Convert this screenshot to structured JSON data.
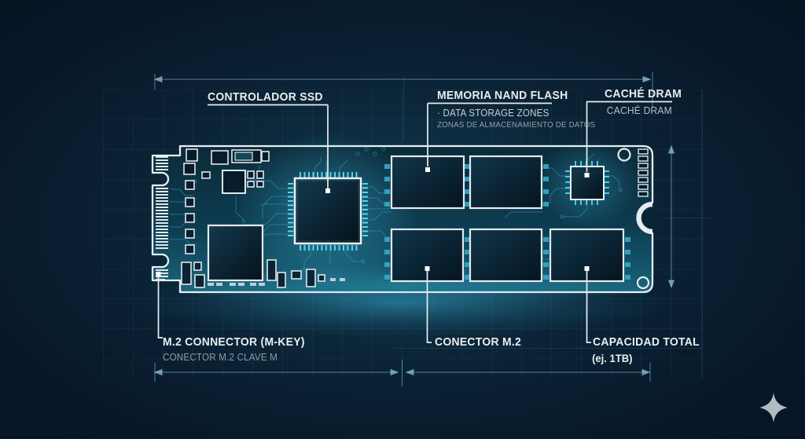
{
  "labels": {
    "controller": {
      "title": "CONTROLADOR SSD"
    },
    "nand": {
      "title": "MEMORIA NAND FLASH",
      "subtitle_en": "· DATA STORAGE ZONES",
      "subtitle_es": "ZONAS DE ALMACENAMIENTO DE DATOS"
    },
    "dram": {
      "title": "CACHÉ DRAM",
      "subtitle": "CACHÉ DRAM"
    },
    "m2_key": {
      "title": "M.2 CONNECTOR (M-KEY)",
      "subtitle": "CONECTOR M.2 CLAVE M"
    },
    "m2_conn": {
      "title": "CONECTOR M.2"
    },
    "capacity": {
      "title": "CAPACIDAD TOTAL",
      "subtitle": "(ej. 1TB)"
    }
  },
  "icons": {
    "sparkle": "four-pointed-star"
  },
  "colors": {
    "background": "#071526",
    "board_outline": "#e9eef2",
    "accent_cyan": "#49cdee",
    "trace_cyan": "#2f9fc4",
    "text_primary": "#e8edf0",
    "text_secondary": "#93a2ab",
    "dimension_line": "#8cb6c6",
    "sparkle_icon": "#b3bac2"
  }
}
